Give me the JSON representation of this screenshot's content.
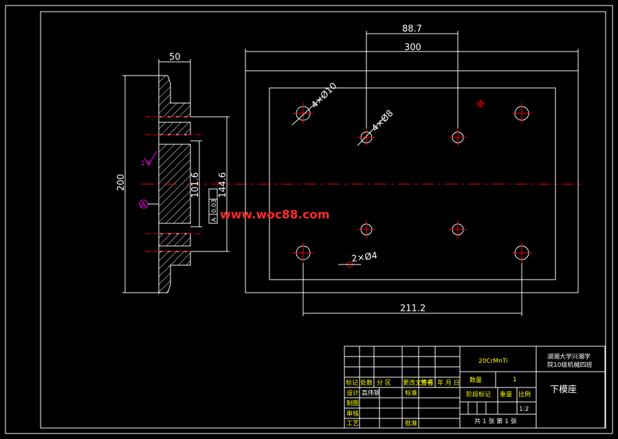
{
  "dimensions": {
    "side_width": "50",
    "side_height": "200",
    "inner_101": "101.6",
    "inner_144": "144.6",
    "top_88": "88.7",
    "top_300": "300",
    "bottom_211": "211.2",
    "hole_4x10": "4×Ø10",
    "hole_4x8": "4×Ø8",
    "hole_2x4": "2×Ø4",
    "datum_a": "A",
    "tol_box_a": "0.03",
    "tol_box_b": "A",
    "roughness": "1.6"
  },
  "watermark": "www.woc88.com",
  "title_block": {
    "material": "20CrMnTi",
    "school_line1": "湖湘大学兴湘学",
    "school_line2": "院10级机械四班",
    "part_name": "下模座",
    "quantity_label": "数量",
    "quantity_value": "1",
    "stage_label": "阶段标记",
    "weight_label": "重量",
    "scale_label": "比例",
    "scale_value": "1:2",
    "sheet_info": "共 1 张    第 1 张",
    "rev_headers": [
      "标记",
      "处数",
      "分 区",
      "更改文件号",
      "签名",
      "年 月 日"
    ],
    "row_design": "设计",
    "designer": "高伟钢",
    "row_standard": "标准",
    "row_draw": "制图",
    "row_review": "审核",
    "row_process": "工艺",
    "row_approve": "批准"
  }
}
